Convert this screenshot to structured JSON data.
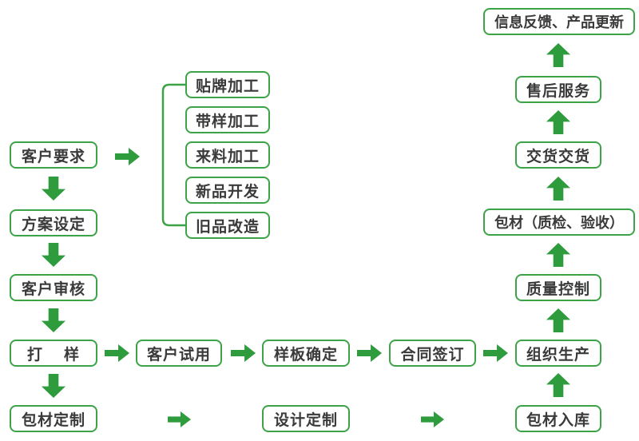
{
  "colors": {
    "box_border_green": "#3ca347",
    "arrow_green": "#2e9b3d",
    "text_dark_gray": "#3a3a3a",
    "background": "#ffffff"
  },
  "nodes": {
    "customer_request": {
      "label": "客户要求"
    },
    "plan_setting": {
      "label": "方案设定"
    },
    "customer_review": {
      "label": "客户审核"
    },
    "proofing": {
      "label_left": "打",
      "label_right": "样"
    },
    "packaging_custom": {
      "label": "包材定制"
    },
    "oem_processing": {
      "label": "贴牌加工"
    },
    "sample_processing": {
      "label": "带样加工"
    },
    "incoming_material_processing": {
      "label": "来料加工"
    },
    "new_product_dev": {
      "label": "新品开发"
    },
    "old_product_rework": {
      "label": "旧品改造"
    },
    "customer_trial": {
      "label": "客户试用"
    },
    "sample_confirm": {
      "label": "样板确定"
    },
    "contract_sign": {
      "label": "合同签订"
    },
    "production": {
      "label": "组织生产"
    },
    "design_custom": {
      "label": "设计定制"
    },
    "packaging_storage": {
      "label": "包材入库"
    },
    "quality_control": {
      "label": "质量控制"
    },
    "packaging_inspection": {
      "label": "包材（质检、验收）"
    },
    "delivery": {
      "label": "交货交货"
    },
    "after_sales": {
      "label": "售后服务"
    },
    "feedback_update": {
      "label": "信息反馈、产品更新"
    }
  }
}
